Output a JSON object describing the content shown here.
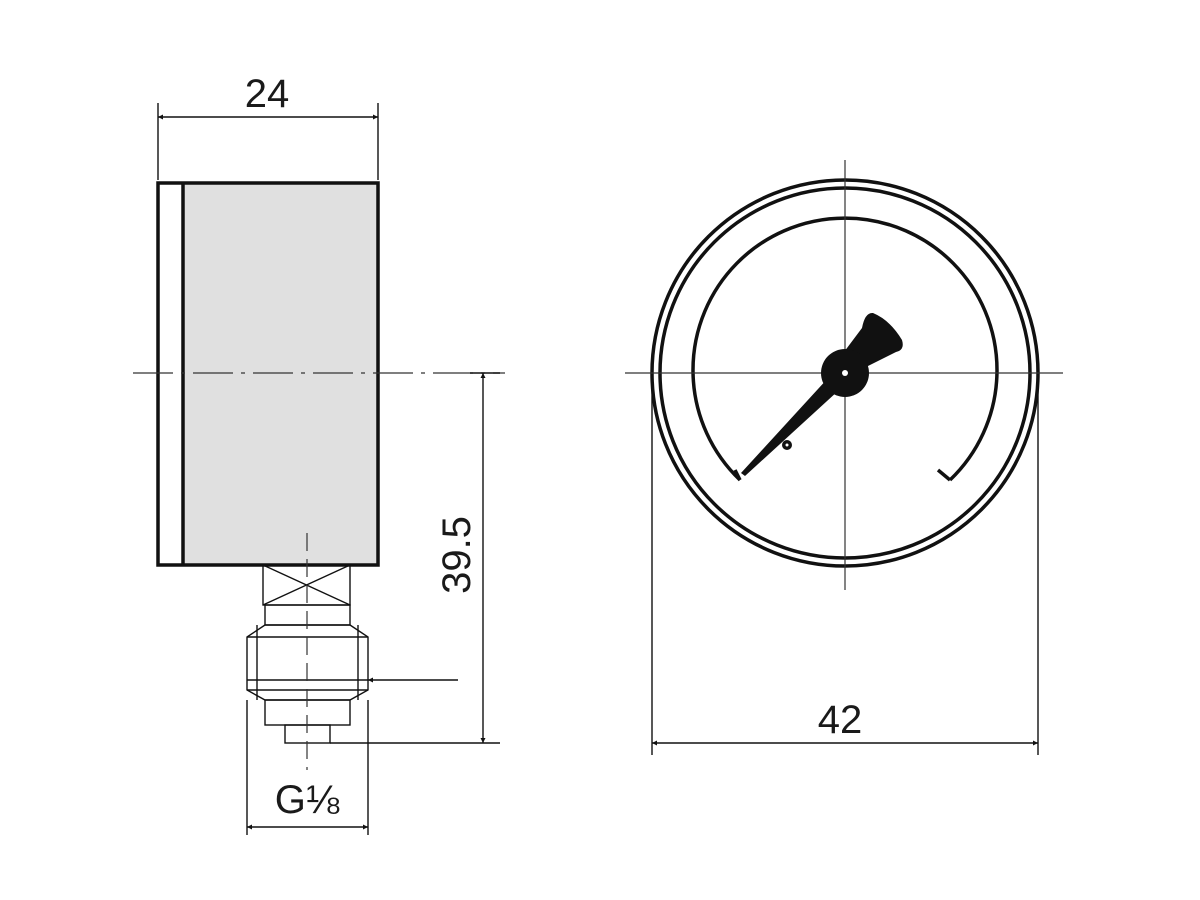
{
  "dimensions": {
    "depth": "24",
    "height_to_center": "39.5",
    "thread": "G⅛",
    "diameter": "42"
  },
  "colors": {
    "case_fill": "#e0e0e0",
    "line": "#111111"
  }
}
